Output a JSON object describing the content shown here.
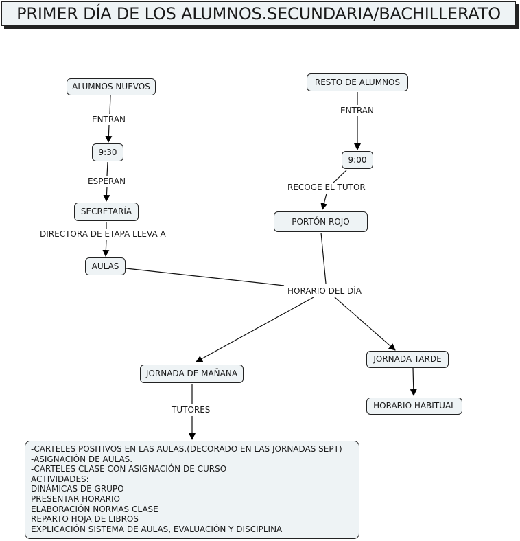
{
  "title": "PRIMER DÍA DE LOS ALUMNOS.SECUNDARIA/BACHILLERATO",
  "nodes": {
    "alumnos_nuevos": "ALUMNOS NUEVOS",
    "hora_930": "9:30",
    "secretaria": "SECRETARÍA",
    "aulas": "AULAS",
    "resto_alumnos": "RESTO DE ALUMNOS",
    "hora_900": "9:00",
    "porton_rojo": "PORTÓN ROJO",
    "horario_del_dia": "HORARIO DEL DÍA",
    "jornada_manana": "JORNADA DE MAÑANA",
    "jornada_tarde": "JORNADA TARDE",
    "horario_habitual": "HORARIO HABITUAL",
    "actividades_lines": [
      "-CARTELES POSITIVOS EN LAS AULAS.(DECORADO EN LAS JORNADAS SEPT)",
      "-ASIGNACIÓN DE AULAS.",
      "-CARTELES CLASE CON ASIGNACIÓN DE CURSO",
      "ACTIVIDADES:",
      "DINÁMICAS DE GRUPO",
      "PRESENTAR HORARIO",
      "ELABORACIÓN NORMAS CLASE",
      "REPARTO HOJA DE LIBROS",
      "EXPLICACIÓN SISTEMA DE AULAS, EVALUACIÓN Y DISCIPLINA"
    ]
  },
  "link_labels": {
    "entran_nuevos": "ENTRAN",
    "esperan": "ESPERAN",
    "directora": "DIRECTORA DE ETAPA LLEVA A",
    "entran_resto": "ENTRAN",
    "recoge_tutor": "RECOGE EL TUTOR",
    "tutores": "TUTORES"
  }
}
